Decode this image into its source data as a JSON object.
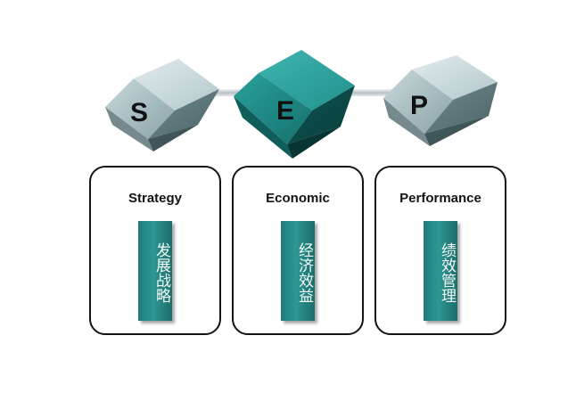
{
  "cubes": [
    {
      "letter": "S",
      "shade": "grey"
    },
    {
      "letter": "E",
      "shade": "teal"
    },
    {
      "letter": "P",
      "shade": "grey"
    }
  ],
  "panels": [
    {
      "title": "Strategy",
      "tag": "发展战略"
    },
    {
      "title": "Economic",
      "tag": "经济效益"
    },
    {
      "title": "Performance",
      "tag": "绩效管理"
    }
  ],
  "colors": {
    "grey_cube": "#9fb6b8",
    "teal_cube": "#1d8a86",
    "panel_border": "#141414",
    "tag_fill": "#2a8f8b",
    "connector": "#c8ced2"
  }
}
